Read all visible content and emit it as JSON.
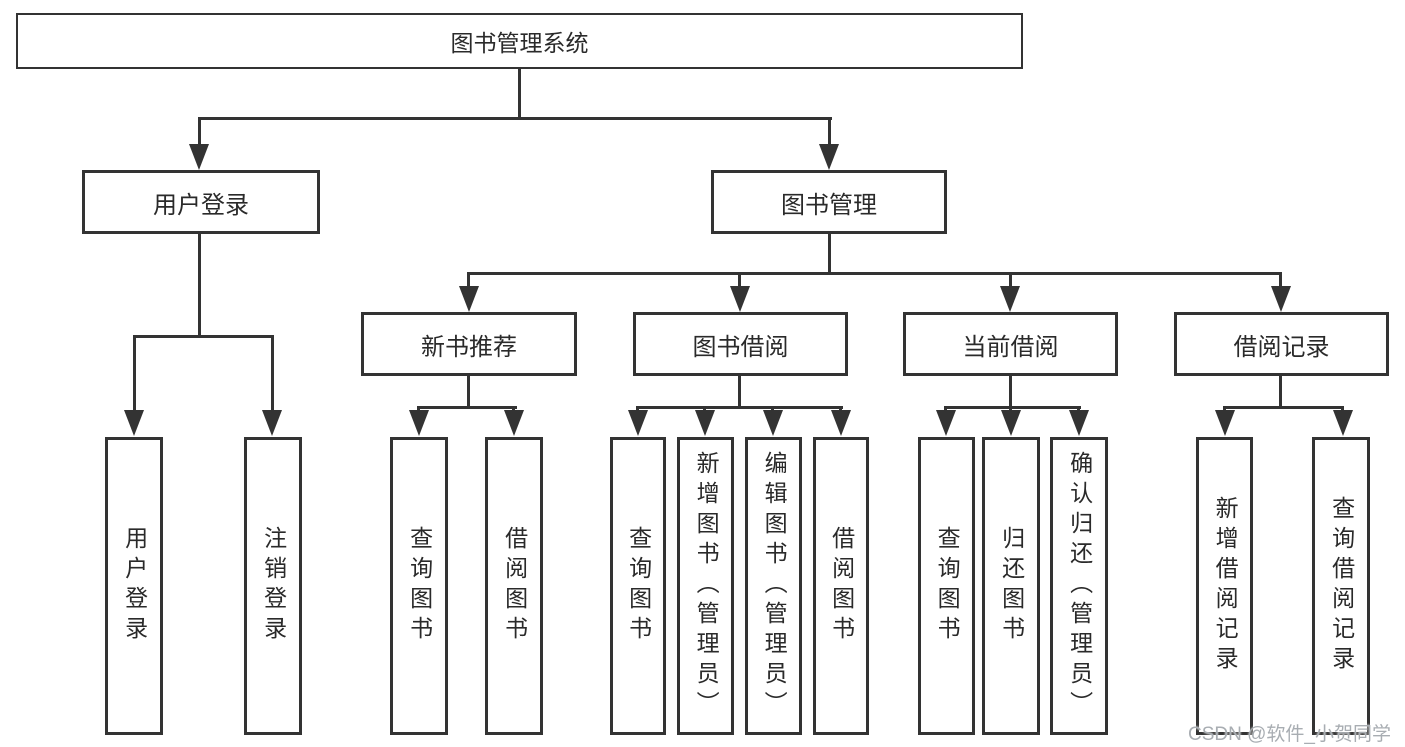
{
  "nodes": {
    "root": "图书管理系统",
    "level2": [
      "用户登录",
      "图书管理"
    ],
    "level3": [
      "新书推荐",
      "图书借阅",
      "当前借阅",
      "借阅记录"
    ],
    "leaves": [
      "用户登录",
      "注销登录",
      "查询图书",
      "借阅图书",
      "查询图书",
      "新增图书（管理员）",
      "编辑图书（管理员）",
      "借阅图书",
      "查询图书",
      "归还图书",
      "确认归还（管理员）",
      "新增借阅记录",
      "查询借阅记录"
    ]
  },
  "watermark": "CSDN @软件_小贺同学",
  "colors": {
    "line": "#333333",
    "text": "#2a2a2a",
    "box_fill": "#ffffff",
    "background": "#ffffff",
    "watermark": "#a8adb2"
  }
}
